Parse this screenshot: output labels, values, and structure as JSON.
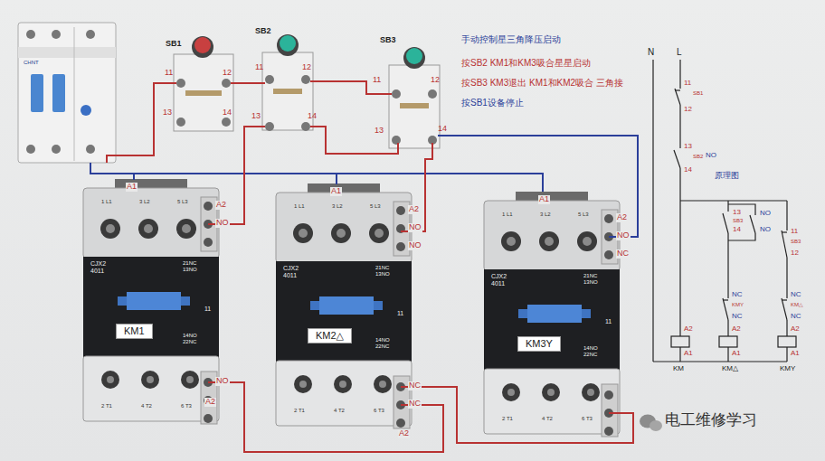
{
  "diagram": {
    "nodes": [
      {
        "text": [
          "KM1"
        ]
      },
      {
        "text": [
          "KM2△"
        ]
      },
      {
        "text": [
          "KM3Y"
        ]
      }
    ],
    "labels": [
      "CHNT",
      "SB1",
      "11",
      "12",
      "13",
      "14",
      "SB2",
      "11",
      "12",
      "13",
      "14",
      "SB3",
      "11",
      "12",
      "13",
      "14",
      "手动控制星三角降压启动",
      "按SB2 KM1和KM3吸合星星启动",
      "按SB3 KM3退出 KM1和KM2吸合 三角接",
      "按SB1设备停止",
      "N",
      "L",
      "11",
      "SB1",
      "12",
      "13",
      "SB2",
      "14",
      "NO",
      "原理图",
      "13",
      "SB3",
      "14",
      "NO",
      "NO",
      "11",
      "SB3",
      "12",
      "NC",
      "KMY",
      "NC",
      "NC",
      "KM△",
      "NC",
      "A2",
      "A1",
      "KM",
      "A2",
      "A1",
      "KM△",
      "A2",
      "A1",
      "KMY",
      "A1",
      "A2",
      "NO",
      "NO",
      "A2",
      "A1",
      "A2",
      "NO",
      "NO",
      "NC",
      "NC",
      "A2",
      "A1",
      "A2",
      "NO",
      "NC",
      "CJX2 4011",
      "21NC 13NO",
      "11",
      "14NO 22NC",
      "1 L1",
      "3 L2",
      "5 L3",
      "2 T1",
      "4 T2",
      "6 T3",
      "CJX2 4011",
      "21NC 13NO",
      "11",
      "14NO 22NC",
      "1 L1",
      "3 L2",
      "5 L3",
      "2 T1",
      "4 T2",
      "6 T3",
      "CJX2 4011",
      "21NC 13NO",
      "11",
      "14NO 22NC",
      "1 L1",
      "3 L2",
      "5 L3",
      "2 T1",
      "4 T2",
      "6 T3",
      "电工维修学习"
    ]
  }
}
